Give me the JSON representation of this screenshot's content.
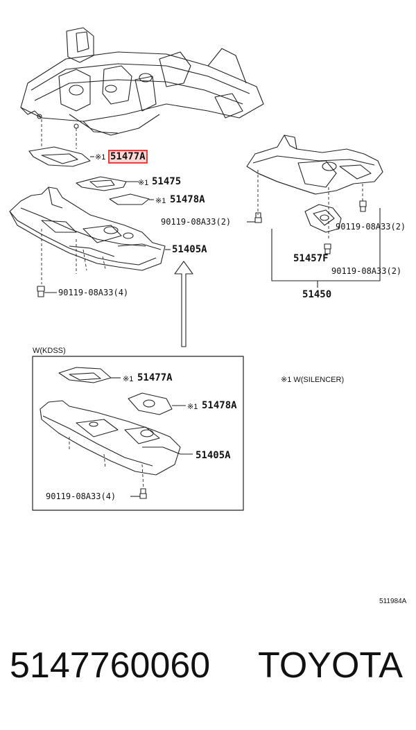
{
  "labels": {
    "p51477a": "51477A",
    "p51475": "51475",
    "p51478a": "51478A",
    "p51405a": "51405A",
    "bolt_left": "90119-08A33(4)",
    "bolt_mid": "90119-08A33(2)",
    "bolt_right": "90119-08A33(2)",
    "bolt_right2": "90119-08A33(2)",
    "p51457f": "51457F",
    "p51450": "51450",
    "marker": "※1"
  },
  "inset": {
    "title": "W(KDSS)",
    "p51477a": "51477A",
    "p51478a": "51478A",
    "p51405a": "51405A",
    "bolt": "90119-08A33(4)"
  },
  "note": "※1 W(SILENCER)",
  "illustration_code": "511984A",
  "footer": {
    "part_number": "5147760060",
    "brand": "TOYOTA"
  },
  "colors": {
    "highlight": "#e04040",
    "line": "#222222"
  }
}
